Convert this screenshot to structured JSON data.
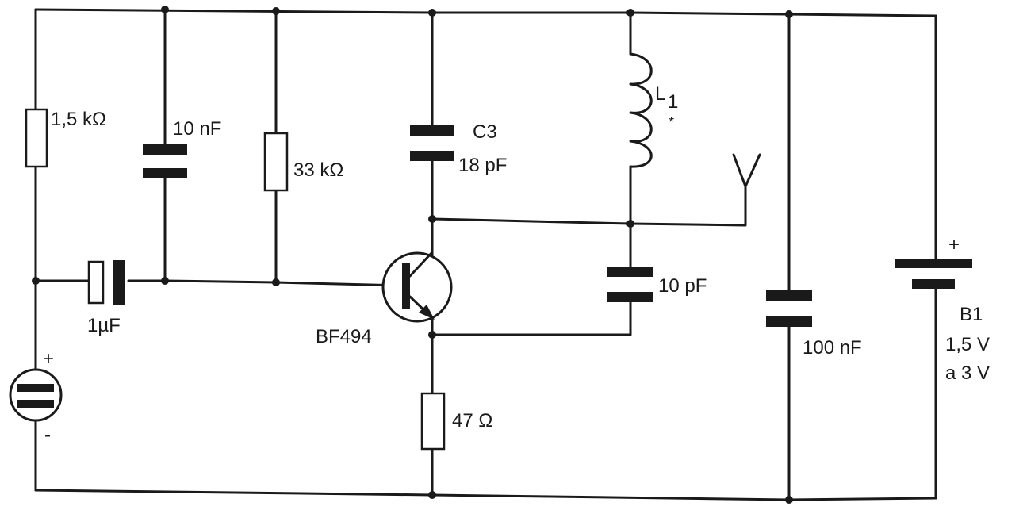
{
  "labels": {
    "r1": "1,5 kΩ",
    "c1": "10 nF",
    "r2": "33 kΩ",
    "c3_name": "C3",
    "c3_value": "18 pF",
    "l1_name": "L",
    "l1_sub": "1",
    "l1_mark": "*",
    "c_coupling": "1µF",
    "transistor": "BF494",
    "c_feedback": "10 pF",
    "c_bypass": "100 nF",
    "battery_name": "B1",
    "battery_v1": "1,5 V",
    "battery_v2": "a 3 V",
    "battery_plus": "+",
    "mic_plus": "+",
    "mic_minus": "-",
    "re": "47 Ω"
  },
  "colors": {
    "ink": "#1a1a1a",
    "paper": "#ffffff"
  }
}
